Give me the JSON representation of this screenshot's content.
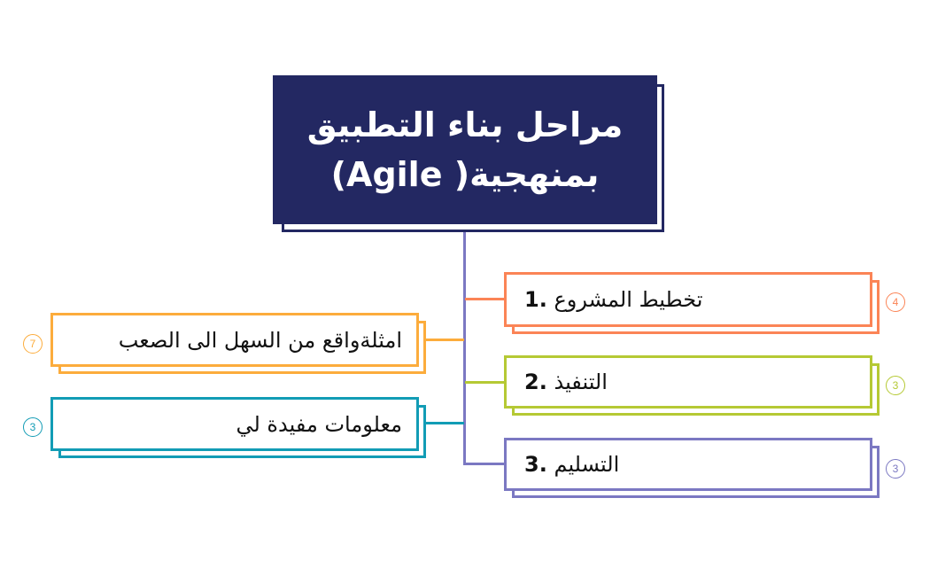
{
  "title": {
    "line1": "مراحل بناء التطبيق",
    "line2": "بمنهجية( Agile)",
    "background": "#232862",
    "text_color": "#ffffff"
  },
  "trunk_color": "#7b78c2",
  "right_branches": [
    {
      "number": "1.",
      "text": "تخطيط المشروع",
      "count": "4",
      "color": "#fb8456"
    },
    {
      "number": "2.",
      "text": "التنفيذ",
      "count": "3",
      "color": "#b5c934"
    },
    {
      "number": "3.",
      "text": "التسليم",
      "count": "3",
      "color": "#7b78c2"
    }
  ],
  "left_branches": [
    {
      "text": "امثلةواقع من السهل الى الصعب",
      "count": "7",
      "color": "#fcac3c"
    },
    {
      "text": "معلومات مفيدة لي",
      "count": "3",
      "color": "#129cb5"
    }
  ]
}
